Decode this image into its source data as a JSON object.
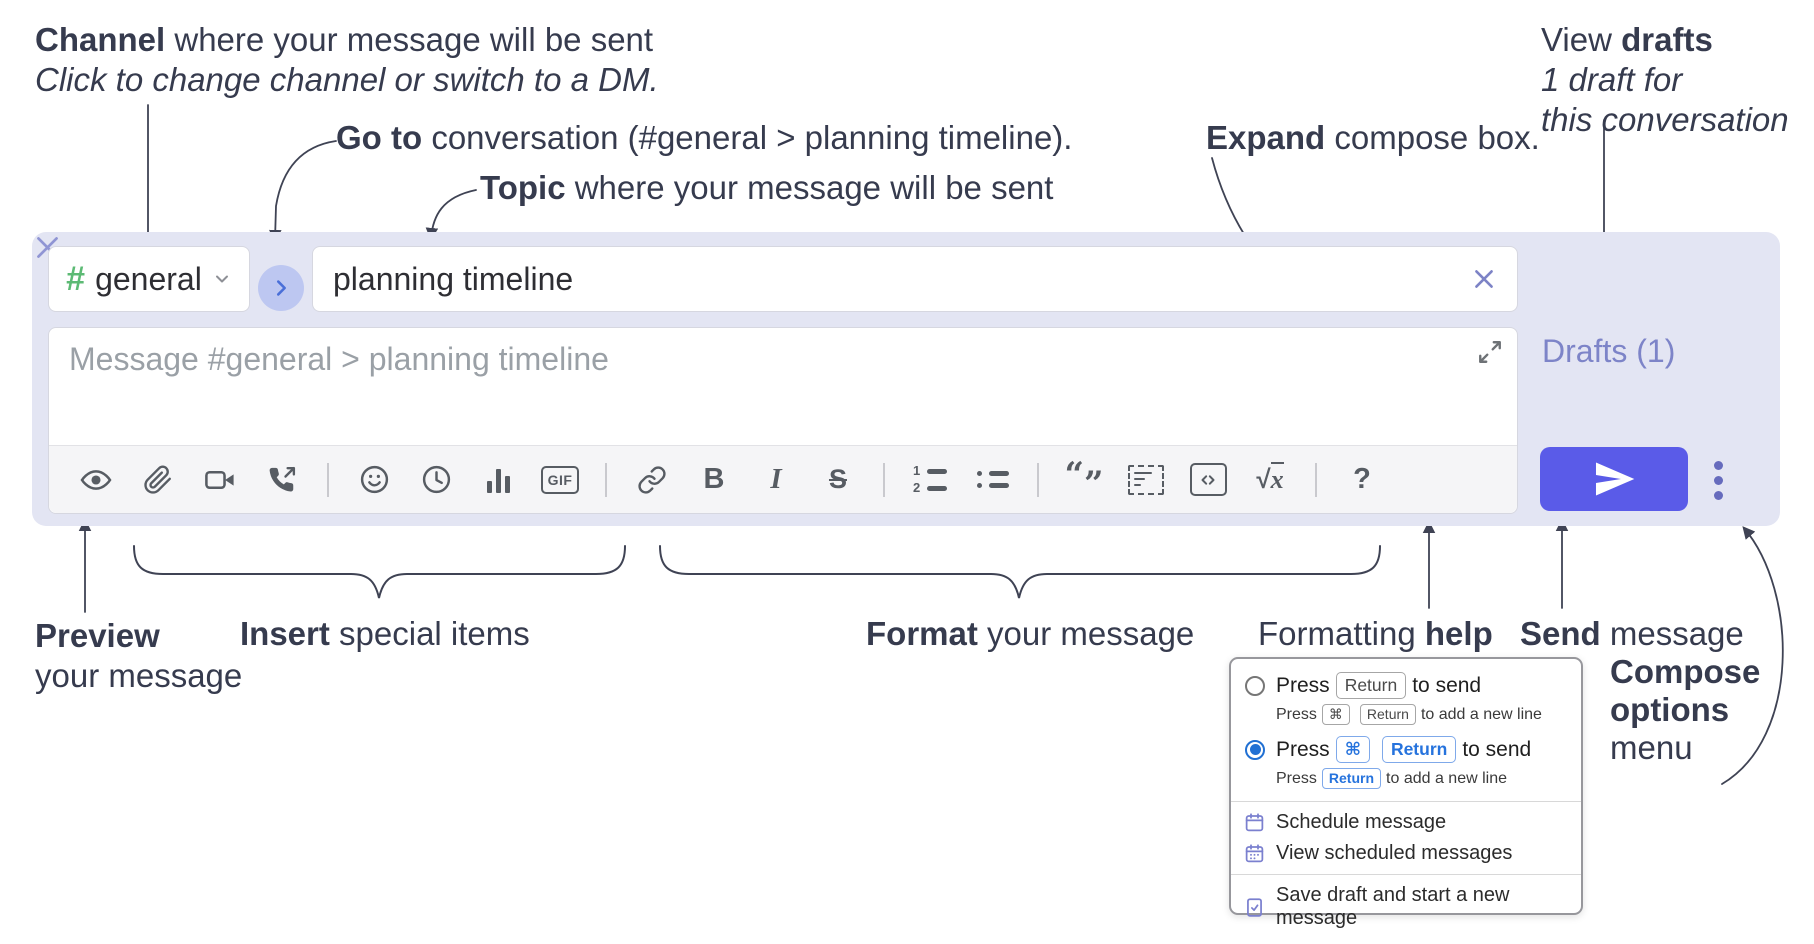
{
  "annotations": {
    "channel": {
      "bold": "Channel",
      "rest": " where your message will be sent",
      "italic": "Click to change channel or switch to a DM."
    },
    "goto": {
      "bold": "Go to",
      "rest": " conversation (#general > planning timeline)."
    },
    "topic": {
      "bold": "Topic",
      "rest": " where your message will be sent"
    },
    "expand": {
      "bold": "Expand",
      "rest": " compose box."
    },
    "view_drafts": {
      "pre": "View ",
      "bold": "drafts",
      "line2": "1 draft for",
      "line3": "this conversation"
    },
    "preview": {
      "bold": "Preview",
      "line2": "your message"
    },
    "insert": {
      "bold": "Insert",
      "rest": " special items"
    },
    "format": {
      "bold": "Format",
      "rest": " your message"
    },
    "formatting_help": {
      "pre": "Formatting ",
      "bold": "help"
    },
    "send": {
      "bold": "Send",
      "rest": " message"
    },
    "compose_options": {
      "line1": "Compose",
      "line2": "options",
      "line3": "menu"
    }
  },
  "compose": {
    "channel_hash": "#",
    "channel_name": "general",
    "topic_value": "planning timeline",
    "message_placeholder": "Message #general > planning timeline",
    "drafts_label": "Drafts (1)"
  },
  "toolbar": {
    "icons": [
      "preview-eye",
      "attach-file",
      "start-video-call",
      "start-voice-call",
      "add-emoji",
      "add-global-time",
      "add-poll",
      "add-gif",
      "link",
      "bold",
      "italic",
      "strikethrough",
      "numbered-list",
      "bulleted-list",
      "quote",
      "spoiler",
      "code",
      "math",
      "message-formatting-help"
    ],
    "gif_label": "GIF",
    "bold_label": "B",
    "italic_label": "I",
    "strike_label": "S",
    "ol1": "1",
    "ol2": "2",
    "quote_open": "“",
    "quote_close": "”",
    "code_label": "<>",
    "sqrt_sign": "√",
    "sqrt_var": "x",
    "help_label": "?"
  },
  "popup": {
    "opt1_press": "Press",
    "opt1_key": "Return",
    "opt1_suffix": "to send",
    "opt1_sub_press": "Press",
    "opt1_sub_key1": "⌘",
    "opt1_sub_key2": "Return",
    "opt1_sub_suffix": "to add a new line",
    "opt2_press": "Press",
    "opt2_key1": "⌘",
    "opt2_key2": "Return",
    "opt2_suffix": "to send",
    "opt2_sub_press": "Press",
    "opt2_sub_key": "Return",
    "opt2_sub_suffix": "to add a new line",
    "item_schedule": "Schedule message",
    "item_view_scheduled": "View scheduled messages",
    "item_save_draft": "Save draft and start a new message"
  },
  "colors": {
    "container_bg": "#e3e5f3",
    "send_button": "#5a5be8",
    "drafts_link": "#7d84c8",
    "key_blue": "#2673dd",
    "channel_hash_green": "#5cba74",
    "goto_chevron_blue": "#4a6fd8",
    "icon_gray": "#575c63",
    "annotation_ink": "#3f4354"
  }
}
